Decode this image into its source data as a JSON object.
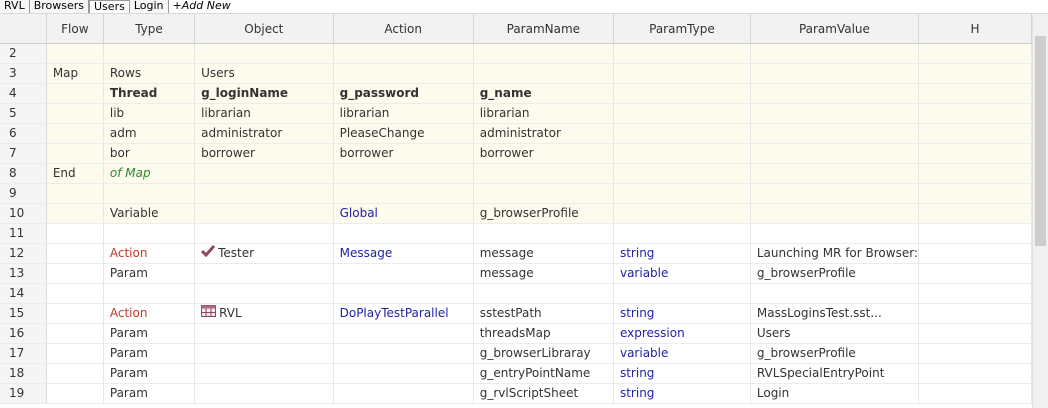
{
  "tabs": [
    "RVL",
    "Browsers",
    "Users",
    "Login",
    "+Add New"
  ],
  "active_tab": "Users",
  "columns": [
    "Flow",
    "Type",
    "Object",
    "Action",
    "ParamName",
    "ParamType",
    "ParamValue",
    "H"
  ],
  "rows": [
    {
      "n": "2",
      "cells": [
        "",
        "",
        "",
        "",
        "",
        "",
        "",
        ""
      ],
      "map": true
    },
    {
      "n": "3",
      "cells": [
        "Map",
        "Rows",
        "Users",
        "",
        "",
        "",
        "",
        ""
      ],
      "map": true
    },
    {
      "n": "4",
      "cells": [
        "",
        "Thread",
        "g_loginName",
        "g_password",
        "g_name",
        "",
        "",
        ""
      ],
      "map": true,
      "bold": true
    },
    {
      "n": "5",
      "cells": [
        "",
        "lib",
        "librarian",
        "librarian",
        "librarian",
        "",
        "",
        ""
      ],
      "map": true
    },
    {
      "n": "6",
      "cells": [
        "",
        "adm",
        "administrator",
        "PleaseChange",
        "administrator",
        "",
        "",
        ""
      ],
      "map": true
    },
    {
      "n": "7",
      "cells": [
        "",
        "bor",
        "borrower",
        "borrower",
        "borrower",
        "",
        "",
        ""
      ],
      "map": true
    },
    {
      "n": "8",
      "cells": [
        "End",
        "of Map",
        "",
        "",
        "",
        "",
        "",
        ""
      ],
      "map": true,
      "green1": true
    },
    {
      "n": "9",
      "cells": [
        "",
        "",
        "",
        "",
        "",
        "",
        "",
        ""
      ],
      "map": true
    },
    {
      "n": "10",
      "cells": [
        "",
        "Variable",
        "",
        "Global",
        "g_browserProfile",
        "",
        "",
        ""
      ],
      "map": true,
      "blue3": true
    },
    {
      "n": "11",
      "cells": [
        "",
        "",
        "",
        "",
        "",
        "",
        "",
        ""
      ]
    },
    {
      "n": "12",
      "cells": [
        "",
        "Action",
        "Tester",
        "Message",
        "message",
        "string",
        "Launching MR for Browser:",
        ""
      ],
      "action": true,
      "icon": "check"
    },
    {
      "n": "13",
      "cells": [
        "",
        "Param",
        "",
        "",
        "message",
        "variable",
        "g_browserProfile",
        ""
      ]
    },
    {
      "n": "14",
      "cells": [
        "",
        "",
        "",
        "",
        "",
        "",
        "",
        ""
      ]
    },
    {
      "n": "15",
      "cells": [
        "",
        "Action",
        "RVL",
        "DoPlayTestParallel",
        "sstestPath",
        "string",
        "MassLoginsTest.sst...",
        ""
      ],
      "action": true,
      "icon": "table"
    },
    {
      "n": "16",
      "cells": [
        "",
        "Param",
        "",
        "",
        "threadsMap",
        "expression",
        "Users",
        ""
      ]
    },
    {
      "n": "17",
      "cells": [
        "",
        "Param",
        "",
        "",
        "g_browserLibraray",
        "variable",
        "g_browserProfile",
        ""
      ]
    },
    {
      "n": "18",
      "cells": [
        "",
        "Param",
        "",
        "",
        "g_entryPointName",
        "string",
        "RVLSpecialEntryPoint",
        ""
      ]
    },
    {
      "n": "19",
      "cells": [
        "",
        "Param",
        "",
        "",
        "g_rvlScriptSheet",
        "string",
        "Login",
        ""
      ]
    }
  ],
  "colors": {
    "map_bg": "#fdfaee",
    "action": "#c0392b",
    "keyword_blue": "#2222aa",
    "green": "#2e8b2e"
  }
}
